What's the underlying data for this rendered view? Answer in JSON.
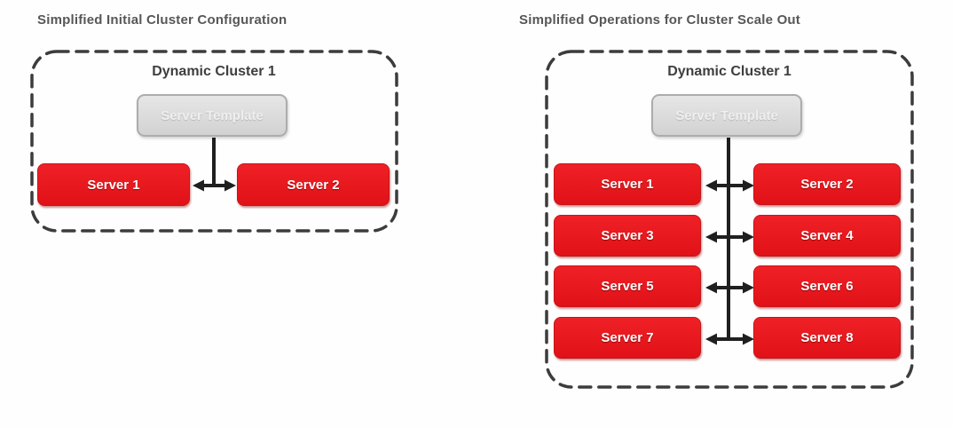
{
  "left_panel": {
    "title": "Simplified Initial Cluster Configuration",
    "cluster_label": "Dynamic Cluster 1",
    "template_label": "Server Template",
    "servers": [
      "Server 1",
      "Server 2"
    ]
  },
  "right_panel": {
    "title": "Simplified Operations for Cluster Scale Out",
    "cluster_label": "Dynamic Cluster 1",
    "template_label": "Server Template",
    "servers": [
      "Server 1",
      "Server 2",
      "Server 3",
      "Server 4",
      "Server 5",
      "Server 6",
      "Server 7",
      "Server 8"
    ]
  },
  "colors": {
    "server_red": "#E6161D",
    "server_red_border": "#C3161B",
    "template_gray": "#D9D9D9",
    "template_gray_border": "#ACACAC",
    "dashed_outline": "#3C3C3C",
    "panel_title_text": "#575757",
    "cluster_label_text": "#3E3E3E",
    "arrow": "#1F1F1F",
    "server_text": "#FFFFFF",
    "template_text": "#EFEFEF"
  }
}
